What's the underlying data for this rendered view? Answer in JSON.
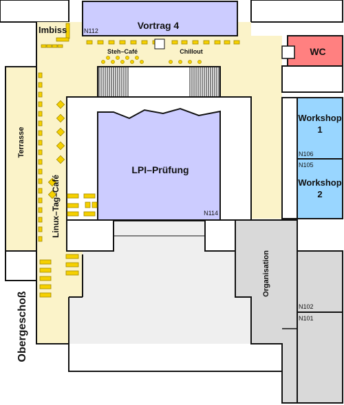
{
  "floor_label": "Obergeschoß",
  "rooms": {
    "imbiss": {
      "label": "Imbiss"
    },
    "vortrag4": {
      "label": "Vortrag 4",
      "number": "N112"
    },
    "steh_cafe": {
      "label": "Steh–Café"
    },
    "chillout": {
      "label": "Chillout"
    },
    "wc": {
      "label": "WC"
    },
    "terrasse": {
      "label": "Terrasse"
    },
    "linux_tag_cafe": {
      "label": "Linux–Tag–Café"
    },
    "lpi": {
      "label": "LPI–Prüfung",
      "number": "N114"
    },
    "workshop1": {
      "label_line1": "Workshop",
      "label_line2": "1",
      "number": "N106"
    },
    "workshop2": {
      "label_line1": "Workshop",
      "label_line2": "2",
      "number": "N105"
    },
    "organisation": {
      "label": "Organisation",
      "number_upper": "N102",
      "number_lower": "N101"
    }
  },
  "colors": {
    "corridor": "#fbf3c9",
    "lecture_room": "#ccccff",
    "workshop": "#99d6ff",
    "wc": "#ff8080",
    "organisation": "#d9d9d9",
    "lower_hall": "#efefef",
    "furniture": "#f5d000",
    "furniture_stroke": "#a08800",
    "wall": "#111111"
  }
}
